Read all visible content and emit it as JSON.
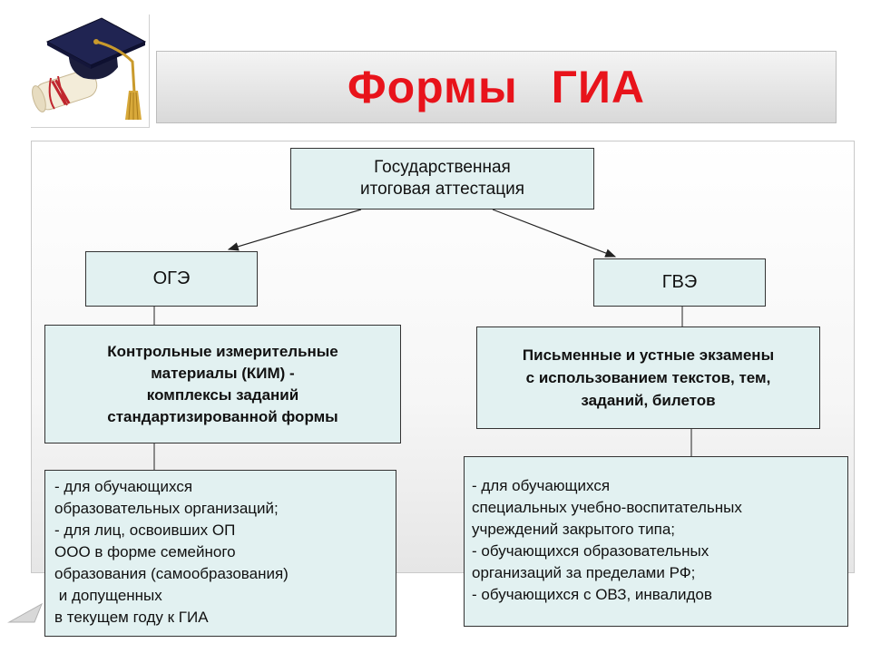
{
  "title": "Формы   ГИА",
  "colors": {
    "title": "#e8131b",
    "box_fill": "#e2f1f1",
    "box_border": "#333333"
  },
  "logo": {
    "icon": "graduation-cap-diploma-icon"
  },
  "nodes": {
    "root": "Государственная\nитоговая аттестация",
    "oge": "ОГЭ",
    "gve": "ГВЭ",
    "kim": "Контрольные измерительные\nматериалы (КИМ) -\nкомплексы заданий\nстандартизированной формы",
    "oral": "Письменные и устные экзамены\nс использованием текстов, тем,\nзаданий, билетов"
  },
  "left_list": [
    "- для обучающихся",
    "образовательных организаций;",
    "- для лиц, освоивших ОП",
    "ООО в форме семейного",
    "образования (самообразования)",
    " и допущенных",
    "в текущем году к ГИА"
  ],
  "right_list": [
    "- для обучающихся",
    "специальных учебно-воспитательных",
    "учреждений закрытого типа;",
    "- обучающихся образовательных",
    "организаций за пределами РФ;",
    "- обучающихся с ОВЗ, инвалидов"
  ]
}
